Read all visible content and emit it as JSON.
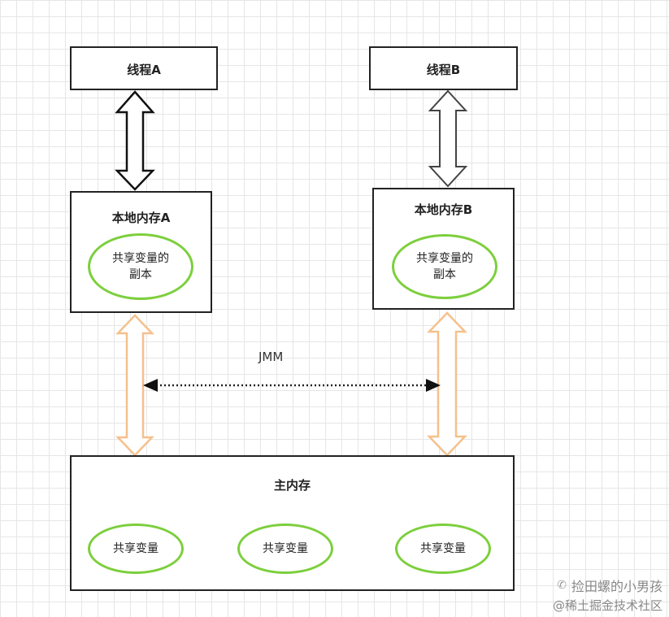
{
  "thread_a": {
    "label": "线程A"
  },
  "thread_b": {
    "label": "线程B"
  },
  "local_memory_a": {
    "label": "本地内存A",
    "copy_line1": "共享变量的",
    "copy_line2": "副本"
  },
  "local_memory_b": {
    "label": "本地内存B",
    "copy_line1": "共享变量的",
    "copy_line2": "副本"
  },
  "jmm_label": "JMM",
  "main_memory": {
    "label": "主内存",
    "variables": [
      "共享变量",
      "共享变量",
      "共享变量"
    ]
  },
  "watermark": {
    "line1": "捡田螺的小男孩",
    "line2": "@稀土掘金技术社区"
  },
  "colors": {
    "ellipse_border": "#7ccf3c",
    "orange_arrow": "#f5c08c",
    "box_border": "#222222"
  }
}
